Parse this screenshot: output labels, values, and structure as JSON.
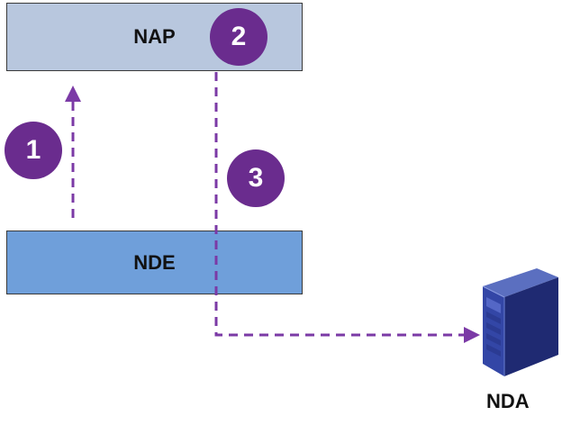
{
  "nodes": {
    "nap": {
      "label": "NAP"
    },
    "nde": {
      "label": "NDE"
    },
    "nda": {
      "label": "NDA",
      "icon": "server-icon"
    }
  },
  "steps": [
    {
      "number": "1"
    },
    {
      "number": "2"
    },
    {
      "number": "3"
    }
  ],
  "colors": {
    "nap_fill": "#b8c7de",
    "nde_fill": "#6f9fda",
    "step_fill": "#6a2c8e",
    "arrow": "#7b3aa6",
    "server": "#2b3a86"
  }
}
